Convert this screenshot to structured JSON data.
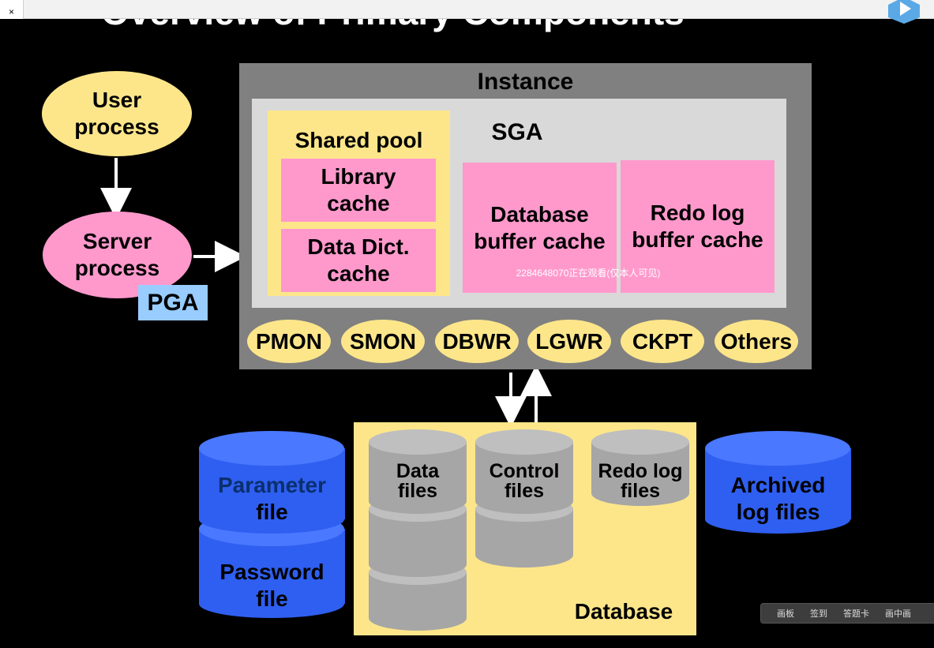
{
  "tab": {
    "close": "×"
  },
  "slide_title": "Overview of Primary Components",
  "user_process": {
    "line1": "User",
    "line2": "process"
  },
  "server_process": {
    "line1": "Server",
    "line2": "process"
  },
  "pga": "PGA",
  "instance": {
    "title": "Instance",
    "sga": "SGA",
    "shared_pool": "Shared pool"
  },
  "library_cache": {
    "line1": "Library",
    "line2": "cache"
  },
  "data_dict": {
    "line1": "Data Dict.",
    "line2": "cache"
  },
  "db_buffer": {
    "line1": "Database",
    "line2": "buffer cache"
  },
  "redo_buffer": {
    "line1": "Redo log",
    "line2": "buffer cache"
  },
  "background_processes": [
    "PMON",
    "SMON",
    "DBWR",
    "LGWR",
    "CKPT",
    "Others"
  ],
  "database": {
    "title": "Database"
  },
  "data_files": {
    "line1": "Data",
    "line2": "files"
  },
  "control_files": {
    "line1": "Control",
    "line2": "files"
  },
  "redo_files": {
    "line1": "Redo log",
    "line2": "files"
  },
  "parameter_file": {
    "line1": "Parameter",
    "line2": "file"
  },
  "password_file": {
    "line1": "Password",
    "line2": "file"
  },
  "archived": {
    "line1": "Archived",
    "line2": "log files"
  },
  "watermark": "2284648070正在观看(仅本人可见)",
  "toolbar": {
    "items": [
      "画板",
      "签到",
      "答题卡",
      "画中画"
    ]
  },
  "colors": {
    "yellow": "#fde68a",
    "pink": "#ff99cc",
    "gray": "#808080",
    "light_gray": "#d9d9d9",
    "blue": "#2f5ff0",
    "pga_blue": "#99ccff",
    "db_yellow": "#fde68a"
  }
}
